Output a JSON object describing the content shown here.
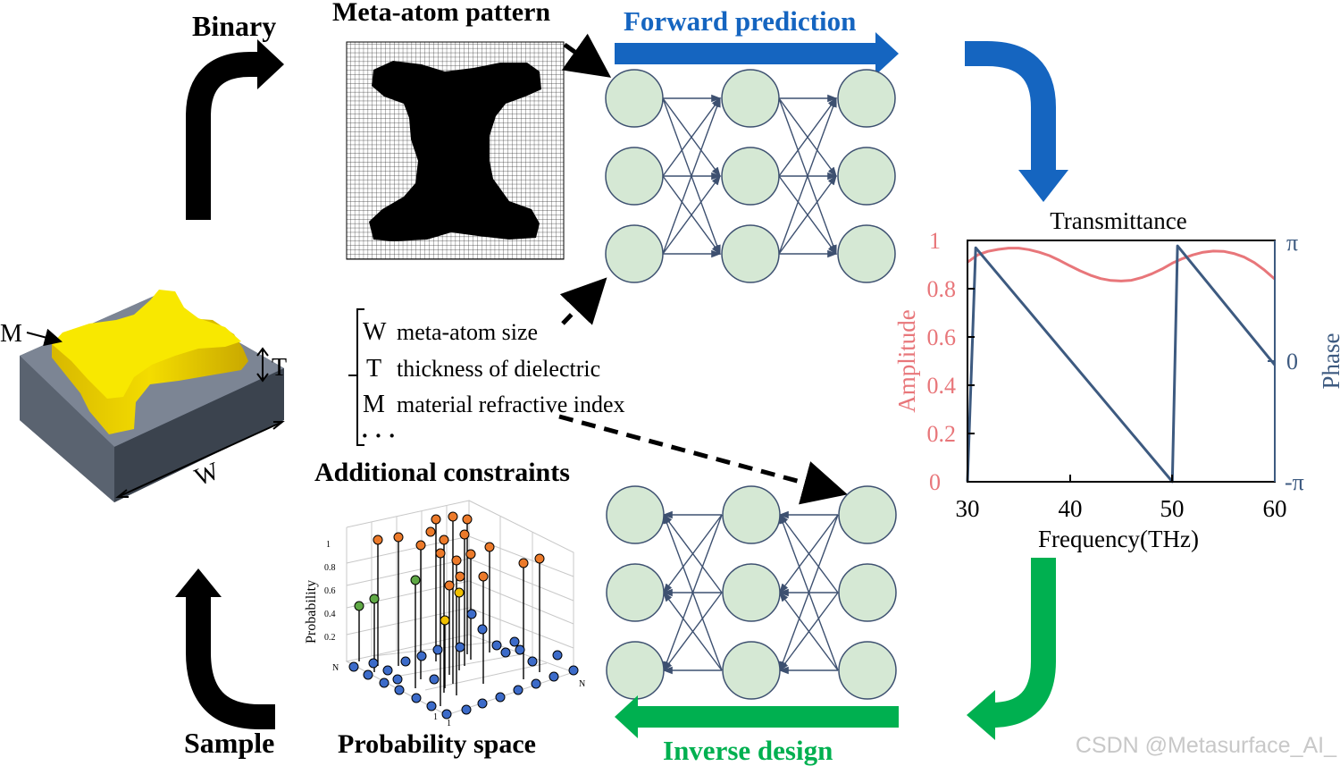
{
  "labels": {
    "binary": "Binary",
    "meta_atom_pattern": "Meta-atom pattern",
    "forward_prediction": "Forward prediction",
    "inverse_design": "Inverse design",
    "sample": "Sample",
    "additional_constraints": "Additional constraints",
    "probability_space": "Probability space",
    "watermark": "CSDN @Metasurface_AI_"
  },
  "model_labels": {
    "m": "M",
    "t": "T",
    "w": "W"
  },
  "constraints": {
    "items": [
      {
        "symbol": "W",
        "text": "meta-atom size"
      },
      {
        "symbol": "T",
        "text": "thickness of dielectric"
      },
      {
        "symbol": "M",
        "text": "material refractive index"
      }
    ],
    "ellipsis": "· · ·"
  },
  "prob_axis": {
    "ylabel": "Probability",
    "ticks": [
      "0.2",
      "0.4",
      "0.6",
      "0.8",
      "1"
    ],
    "axis_n_left": "N",
    "axis_n_right": "N",
    "axis_one_a": "1",
    "axis_one_b": "1"
  },
  "colors": {
    "forward": "#1565c0",
    "inverse": "#00b050",
    "node_fill": "#d5e8d4",
    "amplitude": "#e8767a",
    "phase": "#3d5a80",
    "gold": "#f5e000",
    "substrate": "#4a5360"
  },
  "chart_data": {
    "type": "line",
    "title": "Transmittance",
    "xlabel": "Frequency(THz)",
    "ylabel": "Amplitude",
    "y2label": "Phase",
    "x_ticks": [
      "30",
      "40",
      "50",
      "60"
    ],
    "y_ticks": [
      "0",
      "0.2",
      "0.4",
      "0.6",
      "0.8",
      "1"
    ],
    "y2_ticks": [
      "-π",
      "0",
      "π"
    ],
    "xlim": [
      30,
      60
    ],
    "ylim": [
      0,
      1
    ],
    "y2lim": [
      -3.1416,
      3.1416
    ],
    "series": [
      {
        "name": "Amplitude",
        "axis": "left",
        "x": [
          30,
          31,
          32,
          33,
          34,
          35,
          36,
          37,
          38,
          39,
          40,
          41,
          42,
          43,
          44,
          45,
          46,
          47,
          48,
          49,
          50,
          51,
          52,
          53,
          54,
          55,
          56,
          57,
          58,
          59,
          60
        ],
        "y": [
          0.91,
          0.94,
          0.955,
          0.963,
          0.968,
          0.968,
          0.962,
          0.951,
          0.937,
          0.917,
          0.895,
          0.874,
          0.856,
          0.842,
          0.834,
          0.832,
          0.835,
          0.846,
          0.862,
          0.882,
          0.906,
          0.925,
          0.94,
          0.951,
          0.956,
          0.955,
          0.946,
          0.931,
          0.908,
          0.877,
          0.84
        ]
      },
      {
        "name": "Phase",
        "axis": "right",
        "x": [
          30,
          30.8,
          50,
          50.5,
          60
        ],
        "y": [
          -3.14,
          2.95,
          -3.14,
          3.0,
          -0.1
        ]
      }
    ]
  }
}
